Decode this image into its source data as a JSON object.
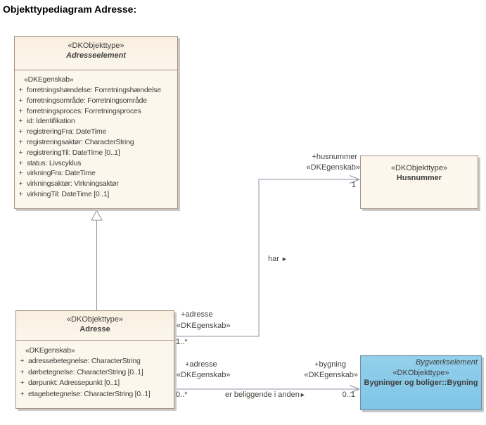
{
  "page": {
    "title": "Objekttypediagram Adresse:"
  },
  "symbols": {
    "plus": "+",
    "direction_marker": "►"
  },
  "colors": {
    "class_fill": "#fcf6ec",
    "class_border": "#a5937f",
    "bygning_fill": "#85c9e8",
    "bygning_border": "#6e8ca0",
    "connector": "#8b95a6",
    "text": "#3f3f3d"
  },
  "classes": {
    "adresseelement": {
      "stereotype": "«DKObjekttype»",
      "name": "Adresseelement",
      "attr_stereotype": "«DKEgenskab»",
      "attributes": [
        {
          "v": "+",
          "t": "forretningshændelse: Forretningshændelse"
        },
        {
          "v": "+",
          "t": "forretningsområde: Forretningsområde"
        },
        {
          "v": "+",
          "t": "forretningsproces: Forretningsproces"
        },
        {
          "v": "+",
          "t": "id: Identifikation"
        },
        {
          "v": "+",
          "t": "registreringFra: DateTime"
        },
        {
          "v": "+",
          "t": "registreringsaktør: CharacterString"
        },
        {
          "v": "+",
          "t": "registreringTil: DateTime [0..1]"
        },
        {
          "v": "+",
          "t": "status: Livscyklus"
        },
        {
          "v": "+",
          "t": "virkningFra: DateTime"
        },
        {
          "v": "+",
          "t": "virkningsaktør: Virkningsaktør"
        },
        {
          "v": "+",
          "t": "virkningTil: DateTime [0..1]"
        }
      ]
    },
    "adresse": {
      "stereotype": "«DKObjekttype»",
      "name": "Adresse",
      "attr_stereotype": "«DKEgenskab»",
      "attributes": [
        {
          "v": "+",
          "t": "adressebetegnelse: CharacterString"
        },
        {
          "v": "+",
          "t": "dørbetegnelse: CharacterString [0..1]"
        },
        {
          "v": "+",
          "t": "dørpunkt: Adressepunkt [0..1]"
        },
        {
          "v": "+",
          "t": "etagebetegnelse: CharacterString [0..1]"
        }
      ]
    },
    "husnummer": {
      "stereotype": "«DKObjekttype»",
      "name": "Husnummer"
    },
    "bygning": {
      "package_label": "Bygværkselement",
      "stereotype": "«DKObjekttype»",
      "name": "Bygninger og boliger::Bygning"
    }
  },
  "connectors": {
    "har": {
      "name": "har",
      "source_role": "+adresse",
      "source_stereotype": "«DKEgenskab»",
      "source_multiplicity": "1..*",
      "target_role": "+husnummer",
      "target_stereotype": "«DKEgenskab»",
      "target_multiplicity": "1"
    },
    "beliggende": {
      "name": "er beliggende i anden",
      "source_role": "+adresse",
      "source_stereotype": "«DKEgenskab»",
      "source_multiplicity": "0..*",
      "target_role": "+bygning",
      "target_stereotype": "«DKEgenskab»",
      "target_multiplicity": "0..1"
    }
  }
}
